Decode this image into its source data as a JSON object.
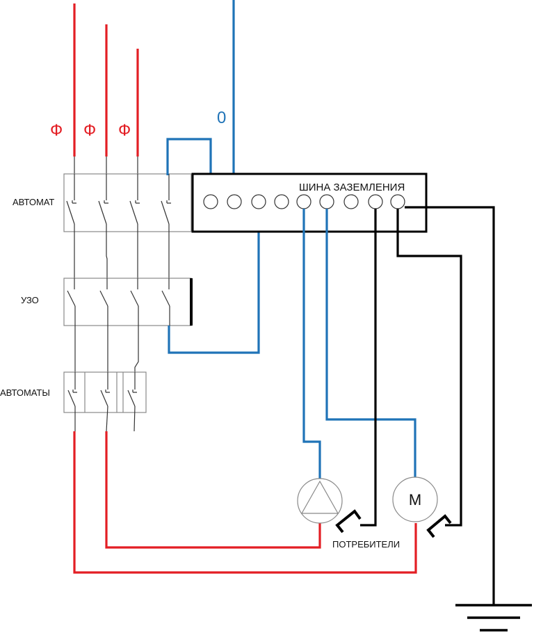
{
  "labels": {
    "phases": [
      "Ф",
      "Ф",
      "Ф"
    ],
    "neutral": "0",
    "main_breaker": "АВТОМАТ",
    "rcd": "УЗО",
    "branch_breakers": "АВТОМАТЫ",
    "ground_bus": "ШИНА ЗАЗЕМЛЕНИЯ",
    "consumers": "ПОТРЕБИТЕЛИ",
    "motor": "М"
  },
  "colors": {
    "phase": "#e31e24",
    "neutral": "#1f73b7",
    "ground": "#000000"
  }
}
